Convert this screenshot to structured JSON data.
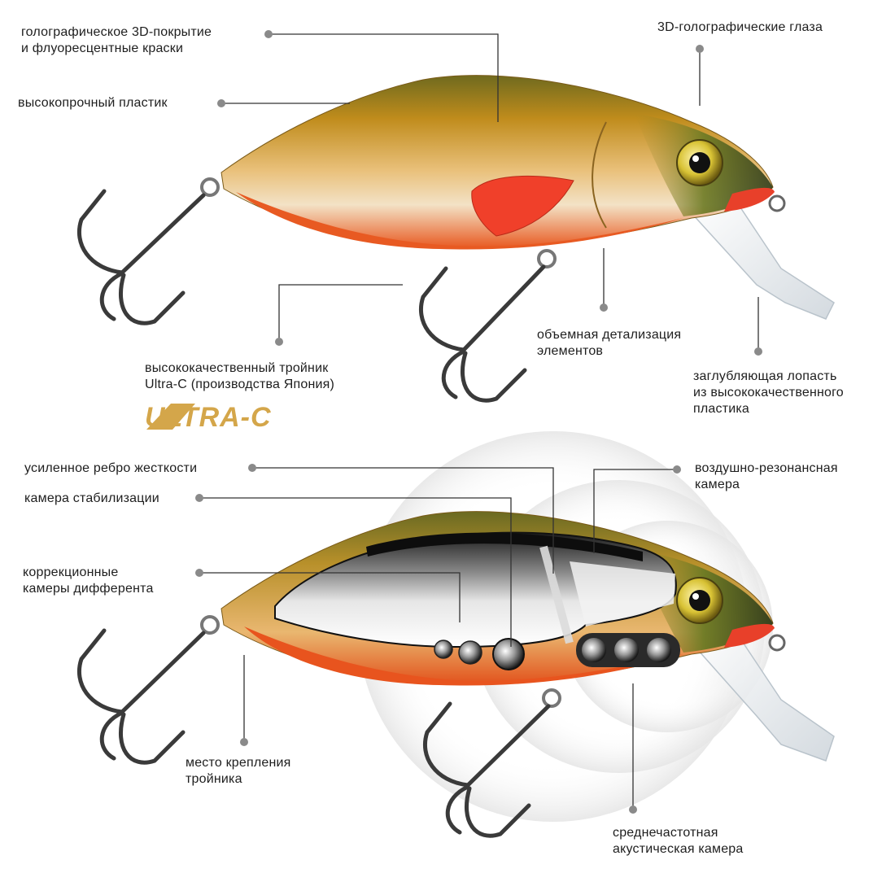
{
  "labels": {
    "holo_coating": [
      "голографическое 3D-покрытие",
      "и флуоресцентные краски"
    ],
    "eyes": [
      "3D-голографические глаза"
    ],
    "plastic": [
      "высокопрочный пластик"
    ],
    "treble_hook": [
      "высококачественный тройник",
      "Ultra-C (производства Япония)"
    ],
    "detailing": [
      "объемная детализация",
      "элементов"
    ],
    "lip": [
      "заглубляющая лопасть",
      "из высококачественного",
      "пластика"
    ],
    "rib": [
      "усиленное ребро жесткости"
    ],
    "stab_chamber": [
      "камера стабилизации"
    ],
    "trim_chambers": [
      "коррекционные",
      "камеры дифферента"
    ],
    "hook_mount": [
      "место крепления",
      "тройника"
    ],
    "air_chamber": [
      "воздушно-резонансная",
      "камера"
    ],
    "acoustic_chamber": [
      "среднечастотная",
      "акустическая камера"
    ]
  },
  "logo": {
    "text": "ULTRA-C"
  },
  "colors": {
    "body_gold": "#c89a2a",
    "back_green": "#5e6a22",
    "belly_red": "#e8541e",
    "fin_red": "#f0402a",
    "leader_line": "#333333",
    "dot": "#8a8a8a",
    "logo_gold": "#d4a64a"
  },
  "icons": [
    "treble-hook-icon",
    "split-ring-icon",
    "eye-icon",
    "diving-lip-icon"
  ]
}
